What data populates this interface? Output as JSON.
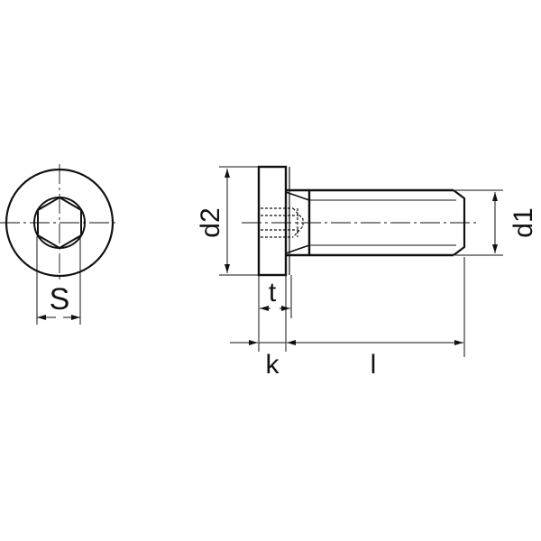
{
  "drawing": {
    "title": "Low head socket cap screw technical drawing",
    "stroke_color": "#111111",
    "background": "#ffffff"
  },
  "labels": {
    "s": "S",
    "d2": "d2",
    "d1": "d1",
    "t": "t",
    "k": "k",
    "l": "l"
  }
}
